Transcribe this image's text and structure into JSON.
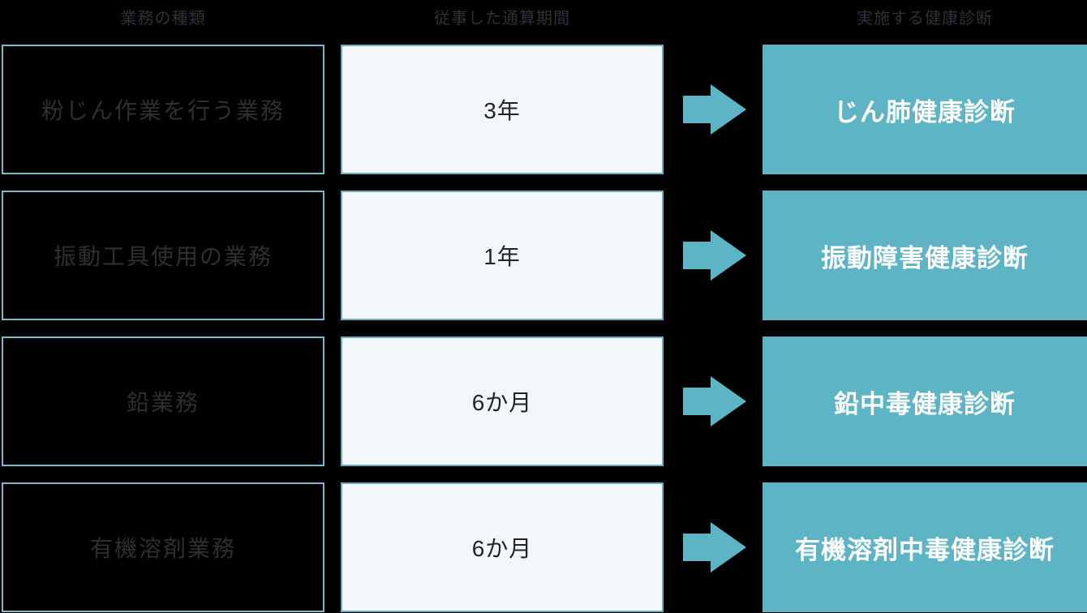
{
  "title": "特殊健康診断の一覧図",
  "colors": {
    "background": "#000000",
    "teal": "#5cb4c4",
    "left_box_border": "#7ab9c7",
    "mid_box_border": "#68aec0",
    "mid_box_bg": "#f2f8f9",
    "header_text": "#2e3237",
    "left_text": "#2d2f31",
    "mid_text": "#1f2428",
    "right_text": "#ffffff"
  },
  "headers": {
    "col1": "業務の種類",
    "col2": "従事した通算期間",
    "col3": "実施する健康診断"
  },
  "rows": [
    {
      "work": "粉じん作業を行う業務",
      "period": "3年",
      "checkup": "じん肺健康診断"
    },
    {
      "work": "振動工具使用の業務",
      "period": "1年",
      "checkup": "振動障害健康診断"
    },
    {
      "work": "鉛業務",
      "period": "6か月",
      "checkup": "鉛中毒健康診断"
    },
    {
      "work": "有機溶剤業務",
      "period": "6か月",
      "checkup": "有機溶剤中毒健康診断"
    }
  ]
}
